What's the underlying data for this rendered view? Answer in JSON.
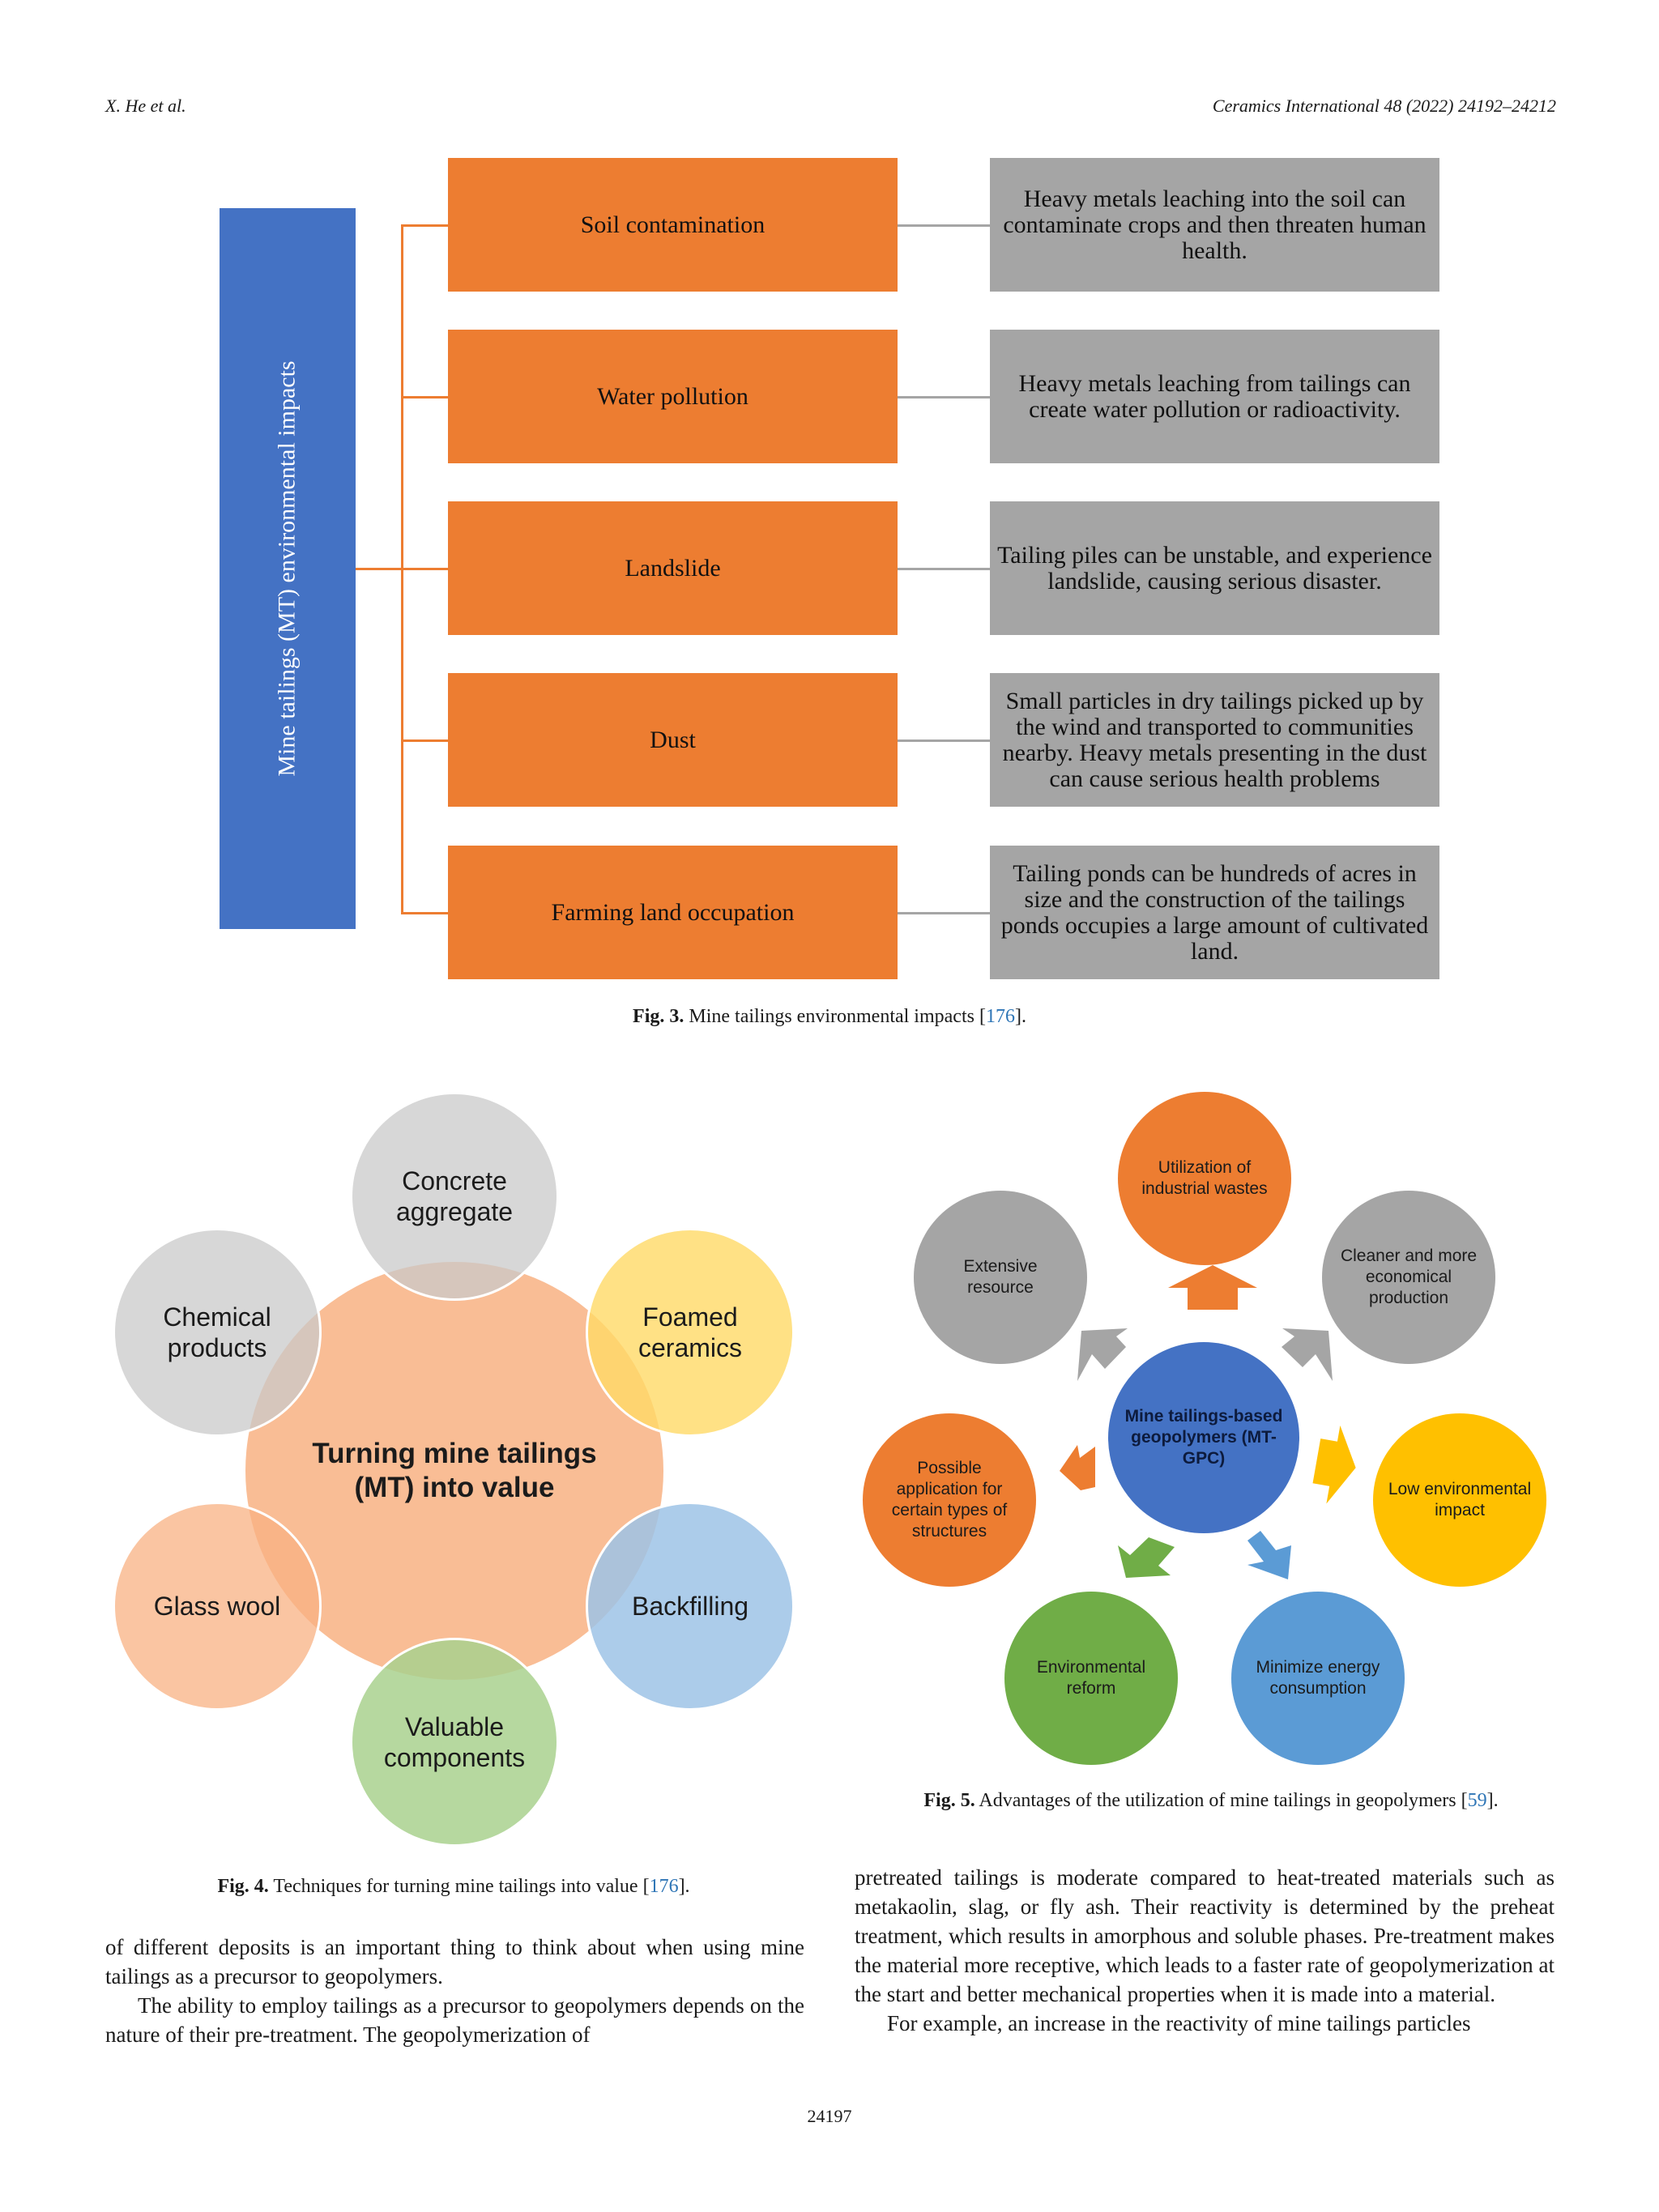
{
  "header": {
    "authors": "X. He et al.",
    "journal": "Ceramics International 48 (2022) 24192–24212"
  },
  "fig3": {
    "root_label": "Mine tailings (MT) environmental impacts",
    "rows": [
      {
        "impact": "Soil contamination",
        "description": "Heavy metals leaching into the soil can contaminate crops and then threaten human health."
      },
      {
        "impact": "Water pollution",
        "description": "Heavy metals leaching from tailings can create water pollution or radioactivity."
      },
      {
        "impact": "Landslide",
        "description": "Tailing piles can be unstable, and experience landslide, causing serious disaster."
      },
      {
        "impact": "Dust",
        "description": "Small particles in dry tailings picked up by the wind and transported to communities nearby. Heavy metals presenting in the dust can cause serious health problems"
      },
      {
        "impact": "Farming land occupation",
        "description": "Tailing ponds can be hundreds of acres in size and the construction of the tailings ponds occupies a large amount of cultivated land."
      }
    ],
    "caption_label": "Fig. 3.",
    "caption_text": "Mine tailings environmental impacts [",
    "caption_ref": "176",
    "caption_end": "]."
  },
  "fig4": {
    "center": "Turning mine tailings (MT) into value",
    "items": [
      "Concrete aggregate",
      "Foamed ceramics",
      "Backfilling",
      "Valuable components",
      "Glass wool",
      "Chemical products"
    ],
    "colors": {
      "center": "#f8b183",
      "concrete": "#c9c9c9",
      "foamed": "#ffd966",
      "backfilling": "#9dc3e6",
      "valuable": "#a9d18e",
      "glass": "#f8b183",
      "chemical": "#c9c9c9"
    },
    "caption_label": "Fig. 4.",
    "caption_text": "Techniques for turning mine tailings into value [",
    "caption_ref": "176",
    "caption_end": "]."
  },
  "fig5": {
    "center": "Mine tailings-based geopolymers (MT-GPC)",
    "items": [
      {
        "label": "Utilization of industrial wastes",
        "color": "#ed7d31"
      },
      {
        "label": "Cleaner and more economical production",
        "color": "#a5a5a5"
      },
      {
        "label": "Low environmental impact",
        "color": "#ffc000"
      },
      {
        "label": "Minimize energy consumption",
        "color": "#5b9bd5"
      },
      {
        "label": "Environmental reform",
        "color": "#70ad47"
      },
      {
        "label": "Possible application for certain types of structures",
        "color": "#ed7d31"
      },
      {
        "label": "Extensive resource",
        "color": "#a5a5a5"
      }
    ],
    "center_color": "#4472c4",
    "caption_label": "Fig. 5.",
    "caption_text": "Advantages of the utilization of mine tailings in geopolymers [",
    "caption_ref": "59",
    "caption_end": "]."
  },
  "body": {
    "left_para1": "of different deposits is an important thing to think about when using mine tailings as a precursor to geopolymers.",
    "left_para2": "The ability to employ tailings as a precursor to geopolymers depends on the nature of their pre-treatment. The geopolymerization of",
    "right_para1": "pretreated tailings is moderate compared to heat-treated materials such as metakaolin, slag, or fly ash. Their reactivity is determined by the preheat treatment, which results in amorphous and soluble phases. Pre-treatment makes the material more receptive, which leads to a faster rate of geopolymerization at the start and better mechanical properties when it is made into a material.",
    "right_para2": "For example, an increase in the reactivity of mine tailings particles"
  },
  "page_number": "24197"
}
